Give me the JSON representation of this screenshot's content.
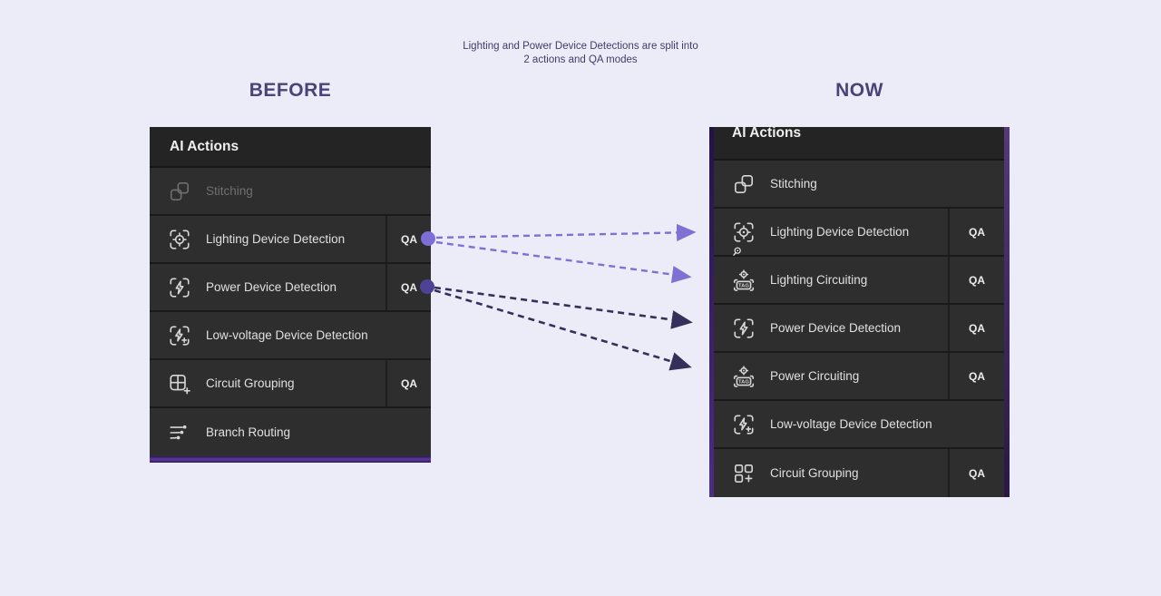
{
  "caption": {
    "line1": "Lighting and Power Device Detections are split into",
    "line2": "2 actions and QA modes"
  },
  "before": {
    "heading": "BEFORE",
    "panel_title": "AI Actions",
    "items": [
      {
        "label": "Stitching",
        "state": "disabled"
      },
      {
        "label": "Lighting Device Detection",
        "qa": "QA"
      },
      {
        "label": "Power Device Detection",
        "qa": "QA"
      },
      {
        "label": "Low-voltage Device Detection"
      },
      {
        "label": "Circuit Grouping",
        "qa": "QA"
      },
      {
        "label": "Branch Routing"
      }
    ]
  },
  "now": {
    "heading": "NOW",
    "panel_title": "AI Actions",
    "items": [
      {
        "label": "Stitching"
      },
      {
        "label": "Lighting Device Detection",
        "qa": "QA"
      },
      {
        "label": "Lighting Circuiting",
        "qa": "QA"
      },
      {
        "label": "Power Device Detection",
        "qa": "QA"
      },
      {
        "label": "Power Circuiting",
        "qa": "QA"
      },
      {
        "label": "Low-voltage Device Detection"
      },
      {
        "label": "Circuit Grouping",
        "qa": "QA"
      }
    ]
  },
  "icons": {
    "tag_label": "TAG",
    "names": [
      "stitching-icon",
      "lighting-device-detection-icon",
      "lighting-circuiting-icon",
      "power-device-detection-icon",
      "power-circuiting-icon",
      "low-voltage-device-detection-icon",
      "circuit-grouping-icon",
      "branch-routing-icon",
      "cursor-icon"
    ]
  },
  "mapping": [
    {
      "from": "Lighting Device Detection",
      "to": [
        "Lighting Device Detection",
        "Lighting Circuiting"
      ]
    },
    {
      "from": "Power Device Detection",
      "to": [
        "Power Device Detection",
        "Power Circuiting"
      ]
    }
  ],
  "colors": {
    "page_bg": "#ECECF8",
    "heading_text": "#4B4377",
    "caption_text": "#413C68",
    "panel_bg": "#2E2E2E",
    "panel_header_bg": "#242424",
    "row_separator": "#1A1A1A",
    "item_text": "#E0E0E0",
    "disabled_text": "#6F6F6F",
    "qa_text": "#ECECEC",
    "arrow_light": "#7D72D3",
    "arrow_dark": "#35305A",
    "dot_light": "#7B6FD6",
    "dot_dark": "#4D4296",
    "accent_purple": "#4B2F85"
  }
}
